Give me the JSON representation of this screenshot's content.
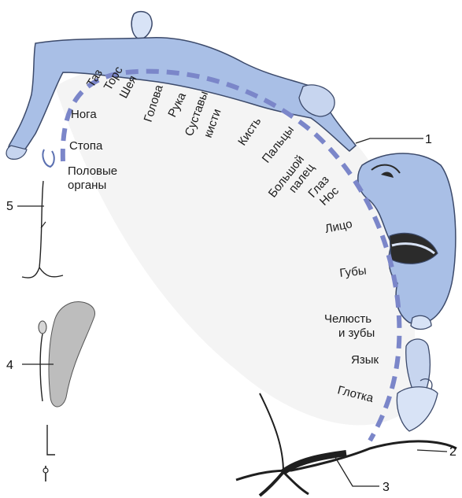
{
  "colors": {
    "body_fill": "#a9bfe6",
    "body_stroke": "#3c4a6b",
    "dash": "#7b86c9",
    "nerve": "#1f1f1f",
    "bg_shape": "#efefef",
    "structure_4_fill": "#bdbdbd"
  },
  "icons": [
    "homunculus-body",
    "face",
    "tongue",
    "pharynx",
    "nerve-branches"
  ],
  "labels": {
    "taz": "Таз",
    "tors": "Торс",
    "sheya": "Шея",
    "noga": "Нога",
    "golova": "Голова",
    "ruka": "Рука",
    "sustavy": "Суставы",
    "kisti": "кисти",
    "kist": "Кисть",
    "stopa": "Стопа",
    "polovye": "Половые",
    "organy": "органы",
    "paltsy": "Пальцы",
    "bolshoy": "Большой",
    "palets": "палец",
    "glaz": "Глаз",
    "nos": "Нос",
    "litso": "Лицо",
    "guby": "Губы",
    "chelyust": "Челюсть",
    "i_zuby": "и зубы",
    "yazyk": "Язык",
    "glotka": "Глотка"
  },
  "callouts": {
    "n1": "1",
    "n2": "2",
    "n3": "3",
    "n4": "4",
    "n5": "5"
  }
}
